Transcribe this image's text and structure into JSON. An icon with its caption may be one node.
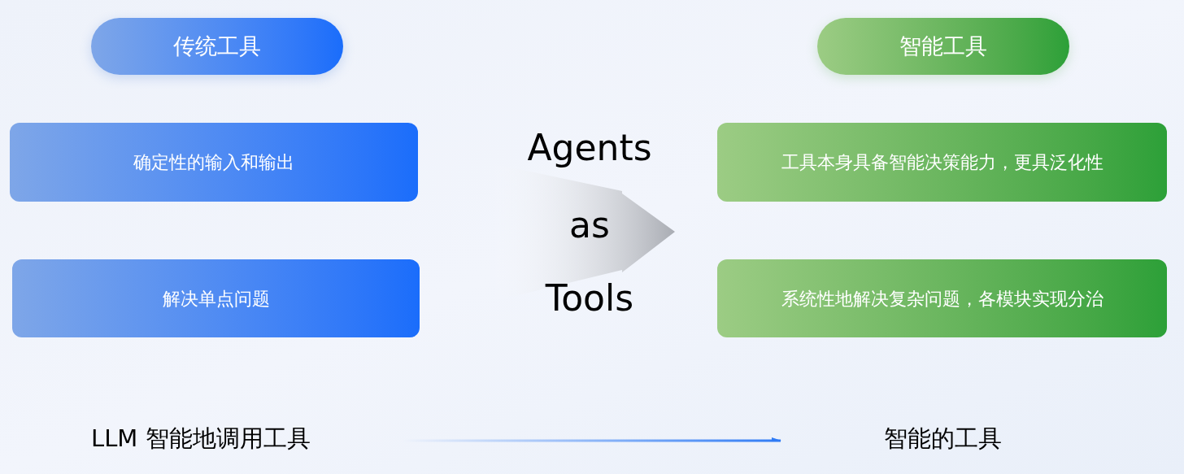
{
  "diagram": {
    "nodes": [
      {
        "text": [
          "传统工具"
        ]
      },
      {
        "text": [
          "确定性的输入和输出"
        ]
      },
      {
        "text": [
          "解决单点问题"
        ]
      },
      {
        "text": [
          "智能工具"
        ]
      },
      {
        "text": [
          "工具本身具备智能决策能力，更具泛化性"
        ]
      },
      {
        "text": [
          "系统性地解决复杂问题，各模块实现分治"
        ]
      },
      {
        "text": [
          "LLM 智能地调用工具"
        ]
      },
      {
        "text": [
          "智能的工具"
        ]
      }
    ],
    "edges": [
      {
        "from": 6,
        "to": 7,
        "arrow": "to"
      }
    ],
    "labels": [
      "Agents",
      "as",
      "Tools"
    ]
  }
}
